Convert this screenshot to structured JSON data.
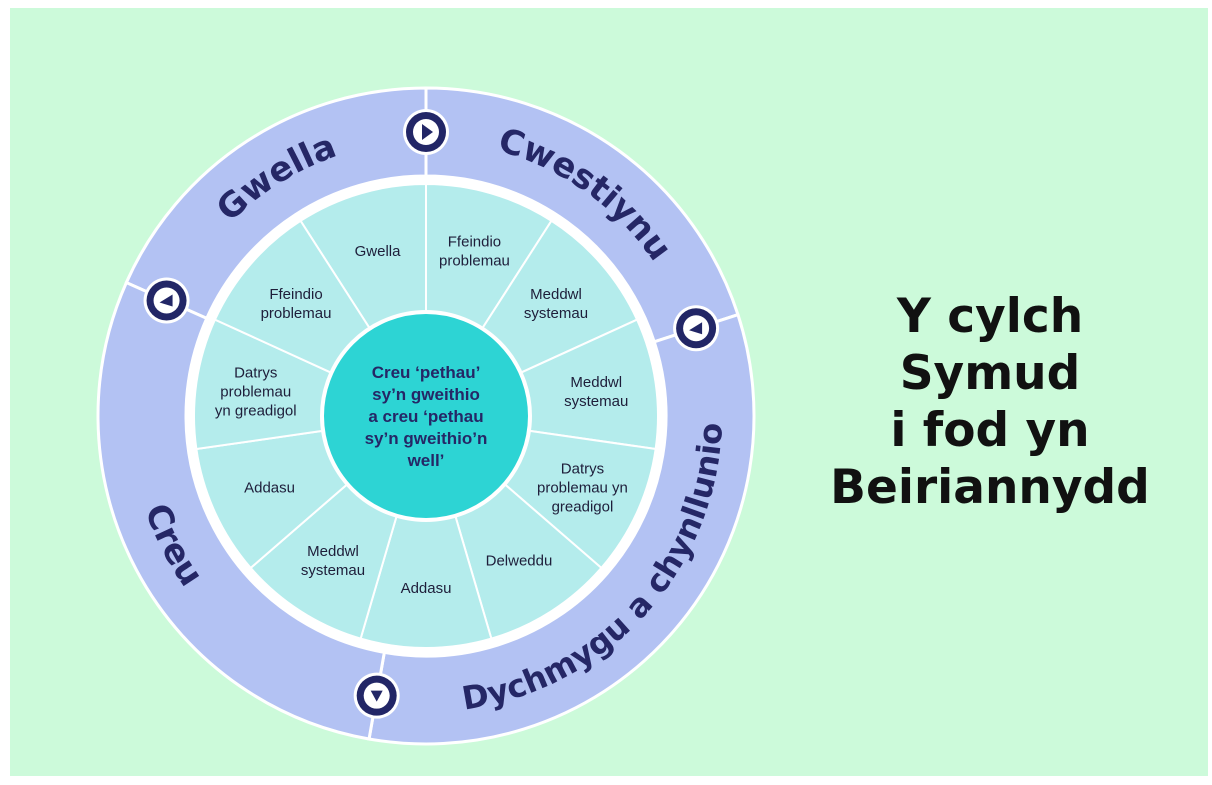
{
  "colors": {
    "background": "#ccfada",
    "outer_ring": "#b3c2f3",
    "outer_ring_stroke": "#ffffff",
    "inner_ring": "#b4ecec",
    "center": "#2dd4d4",
    "text_dark": "#252766",
    "arrow_badge": "#222666"
  },
  "wheel": {
    "phases": [
      "Gwella",
      "Cwestiynu",
      "Dychmygu a chynllunio",
      "Creu"
    ],
    "segments": [
      [
        "Gwella"
      ],
      [
        "Ffeindio",
        "problemau"
      ],
      [
        "Meddwl",
        "systemau"
      ],
      [
        "Meddwl",
        "systemau"
      ],
      [
        "Datrys",
        "problemau yn",
        "greadigol"
      ],
      [
        "Delweddu"
      ],
      [
        "Addasu"
      ],
      [
        "Meddwl",
        "systemau"
      ],
      [
        "Addasu"
      ],
      [
        "Datrys",
        "problemau",
        "yn greadigol"
      ],
      [
        "Ffeindio",
        "problemau"
      ]
    ],
    "center_lines": [
      "Creu ‘pethau’",
      "sy’n gweithio",
      "a creu ‘pethau",
      "sy’n gweithio’n",
      "well’"
    ],
    "arrow_icons": [
      "arrow-right-icon",
      "arrow-left-icon",
      "arrow-left-icon",
      "arrow-left-icon"
    ]
  },
  "title_lines": [
    "Y cylch",
    "Symud",
    "i fod yn",
    "Beiriannydd"
  ]
}
